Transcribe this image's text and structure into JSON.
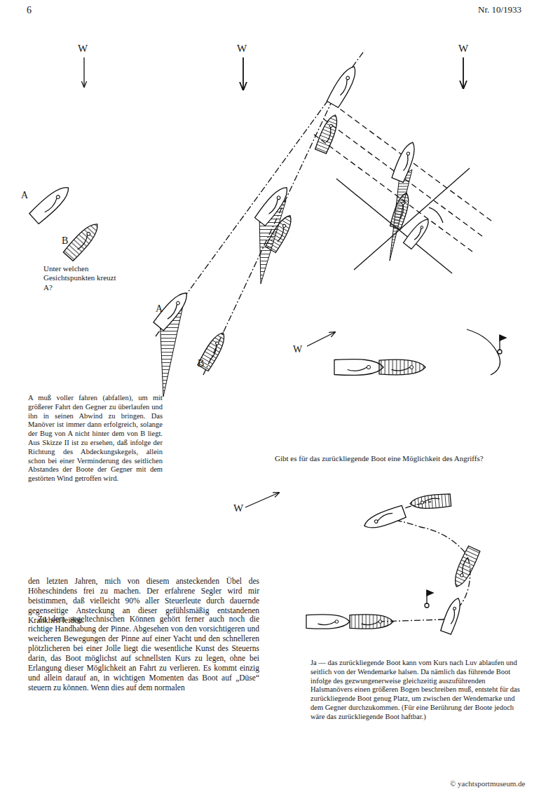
{
  "diagram": {
    "labels": [
      "6",
      "Nr. 10/1933",
      "W",
      "W",
      "W",
      "A",
      "B",
      "Unter welchen Gesichtspunkten kreuzt A?",
      "A",
      "B",
      "A muß voller fahren (abfallen), um mit größerer Fahrt den Gegner zu überlaufen und ihn in seinen Abwind zu bringen. Das Manöver ist immer dann erfolgreich, solange der Bug von A nicht hinter dem von B liegt. Aus Skizze II ist zu ersehen, daß infolge der Richtung des Abdeckungskegels, allein schon bei einer Verminderung des seitlichen Abstandes der Boote der Gegner mit dem gestörten Wind getroffen wird.",
      "W",
      "Gibt es für das zurückliegende Boot eine Möglichkeit des Angriffs?",
      "W",
      "den letzten Jahren, mich von diesem ansteckenden Übel des Höheschindens frei zu machen. Der erfahrene Segler wird mir beistimmen, daß vielleicht 90% aller Steuerleute durch dauernde gegenseitige Ansteckung an dieser gefühlsmäßig entstandenen Krankheit leiden.",
      "Zu dem segeltechnischen Können gehört ferner auch noch die richtige Handhabung der Pinne. Abgesehen von den vorsichtigeren und weicheren Bewegungen der Pinne auf einer Yacht und den schnelleren plötzlicheren bei einer Jolle liegt die wesentliche Kunst des Steuerns darin, das Boot möglichst auf schnellsten Kurs zu legen, ohne bei Erlangung dieser Möglichkeit an Fahrt zu verlieren. Es kommt einzig und allein darauf an, in wichtigen Momenten das Boot auf „Düse“ steuern zu können. Wenn dies auf dem normalen",
      "Ja — das zurückliegende Boot kann vom Kurs nach Luv ablaufen und seitlich von der Wendemarke halsen. Da nämlich das führende Boot infolge des gezwungenerweise gleichzeitig auszuführenden Halsmanövers einen größeren Bogen beschreiben muß, entsteht für das zurückliegende Boot genug Platz, um zwischen der Wendemarke und dem Gegner durchzukommen. (Für eine Berührung der Boote jedoch wäre das zurückliegende Boot haftbar.)",
      "© yachtsportmuseum.de"
    ]
  }
}
